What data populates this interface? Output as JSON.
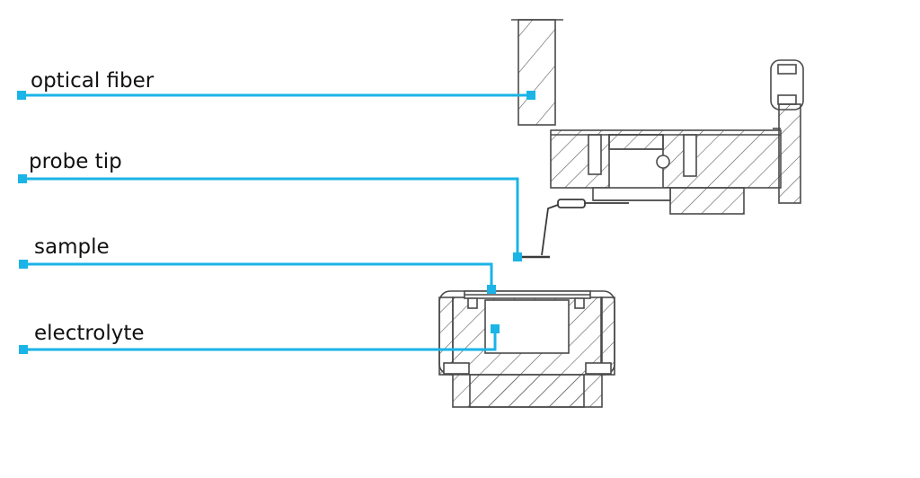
{
  "labels": {
    "optical_fiber": "optical fiber",
    "probe_tip": "probe tip",
    "sample": "sample",
    "electrolyte": "electrolyte"
  },
  "colors": {
    "leader": "#1ab4e6",
    "outline": "#4a4a4a",
    "hatch": "#5a5a5a",
    "text": "#111111",
    "background": "#ffffff"
  }
}
